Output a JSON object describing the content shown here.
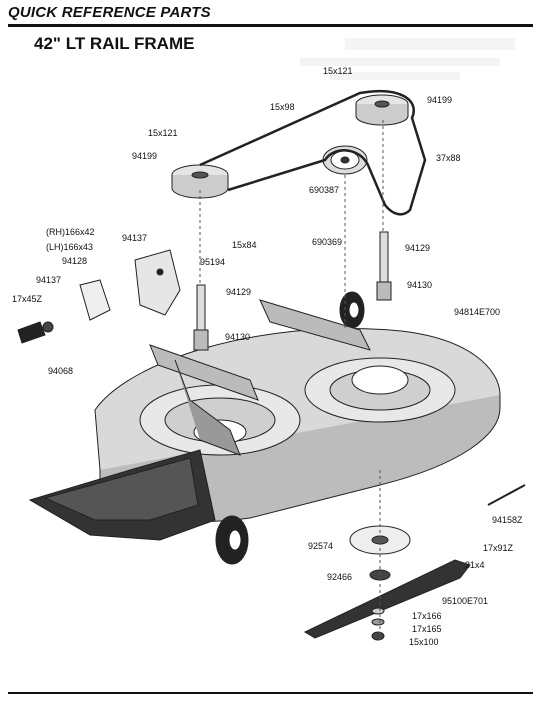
{
  "header": {
    "title": "QUICK REFERENCE PARTS"
  },
  "page": {
    "title": "42\" LT RAIL FRAME"
  },
  "parts": [
    {
      "id": "p-15x121-top",
      "label": "15x121"
    },
    {
      "id": "p-94199-right",
      "label": "94199"
    },
    {
      "id": "p-15x98",
      "label": "15x98"
    },
    {
      "id": "p-15x121-left",
      "label": "15x121"
    },
    {
      "id": "p-94199-left",
      "label": "94199"
    },
    {
      "id": "p-37x88",
      "label": "37x88"
    },
    {
      "id": "p-690387",
      "label": "690387"
    },
    {
      "id": "p-690369",
      "label": "690369"
    },
    {
      "id": "p-rh166x42",
      "label": "(RH)166x42"
    },
    {
      "id": "p-lh166x43",
      "label": "(LH)166x43"
    },
    {
      "id": "p-94137-top",
      "label": "94137"
    },
    {
      "id": "p-15x84",
      "label": "15x84"
    },
    {
      "id": "p-94128",
      "label": "94128"
    },
    {
      "id": "p-95194",
      "label": "95194"
    },
    {
      "id": "p-94129-right",
      "label": "94129"
    },
    {
      "id": "p-94137-left",
      "label": "94137"
    },
    {
      "id": "p-17x45z",
      "label": "17x45Z"
    },
    {
      "id": "p-94129-mid",
      "label": "94129"
    },
    {
      "id": "p-94130-right",
      "label": "94130"
    },
    {
      "id": "p-94814e700",
      "label": "94814E700"
    },
    {
      "id": "p-94130-mid",
      "label": "94130"
    },
    {
      "id": "p-94068",
      "label": "94068"
    },
    {
      "id": "p-94158z",
      "label": "94158Z"
    },
    {
      "id": "p-92574",
      "label": "92574"
    },
    {
      "id": "p-17x91z",
      "label": "17x91Z"
    },
    {
      "id": "p-31x4",
      "label": "31x4"
    },
    {
      "id": "p-92466",
      "label": "92466"
    },
    {
      "id": "p-95100e701",
      "label": "95100E701"
    },
    {
      "id": "p-17x166",
      "label": "17x166"
    },
    {
      "id": "p-17x165",
      "label": "17x165"
    },
    {
      "id": "p-15x100",
      "label": "15x100"
    }
  ]
}
